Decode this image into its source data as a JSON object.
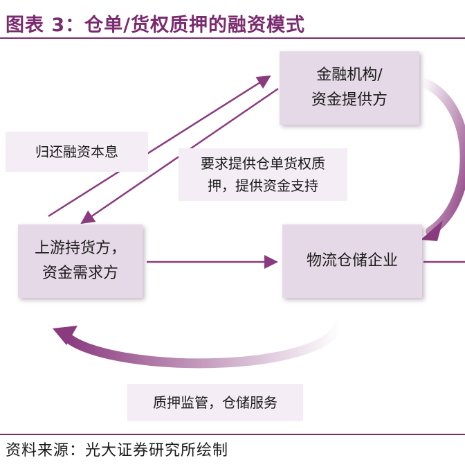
{
  "title": "图表 3：仓单/货权质押的融资模式",
  "nodes": {
    "financial": [
      "金融机构/",
      "资金提供方"
    ],
    "upstream": [
      "上游持货方，",
      "资金需求方"
    ],
    "logistics": "物流仓储企业"
  },
  "labels": {
    "repay": "归还融资本息",
    "request": [
      "要求提供仓单货权质",
      "押，提供资金支持"
    ],
    "service": "质押监管，仓储服务"
  },
  "source": "资料来源：光大证券研究所绘制",
  "colors": {
    "accent": "#7a2a6e",
    "box": "#e6d9e7",
    "label_box": "#f4edf5",
    "arrow": "#8a3a7e"
  }
}
